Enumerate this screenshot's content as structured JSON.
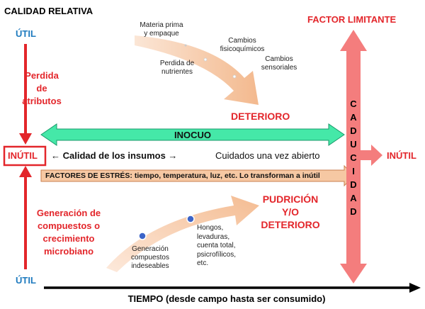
{
  "title": "CALIDAD RELATIVA",
  "left": {
    "util_top": "ÚTIL",
    "util_bottom": "ÚTIL",
    "inutil": "INÚTIL",
    "loss_lines": [
      "Perdida",
      "de",
      "atributos"
    ],
    "gen_lines": [
      "Generación de",
      "compuestos o",
      "crecimiento",
      "microbiano"
    ]
  },
  "top_arrow": {
    "labels": [
      [
        "Materia prima",
        "y empaque"
      ],
      [
        "Cambios",
        "fisicoquímicos"
      ],
      [
        "Perdida de",
        "nutrientes"
      ],
      [
        "Cambios",
        "sensoriales"
      ]
    ],
    "result": "DETERIORO"
  },
  "inocuo": "INOCUO",
  "insumos": "← Calidad de los insumos →",
  "cuidados": "Cuidados una vez abierto",
  "stress": "FACTORES DE ESTRÉS: tiempo, temperatura, luz, etc. Lo transforman a inútil",
  "bottom_arrow": {
    "result_lines": [
      "PUDRICIÓN",
      "Y/O",
      "DETERIORO"
    ],
    "gen_lines": [
      "Generación",
      "compuestos",
      "indeseables"
    ],
    "microbes_lines": [
      "Hongos,",
      "levaduras,",
      "cuenta total,",
      "psicrofílicos,",
      "etc."
    ]
  },
  "right": {
    "factor": "FACTOR LIMITANTE",
    "caducidad_letters": [
      "C",
      "A",
      "D",
      "U",
      "C",
      "I",
      "D",
      "A",
      "D"
    ],
    "inutil": "INÚTIL"
  },
  "axis": "TIEMPO (desde campo hasta ser consumido)",
  "colors": {
    "red": "#e3262b",
    "blue": "#1f7bbf",
    "inocuo_green": "#45e8a8",
    "peach": "#f6c8a3",
    "pink_arrow": "#f47d7d"
  }
}
